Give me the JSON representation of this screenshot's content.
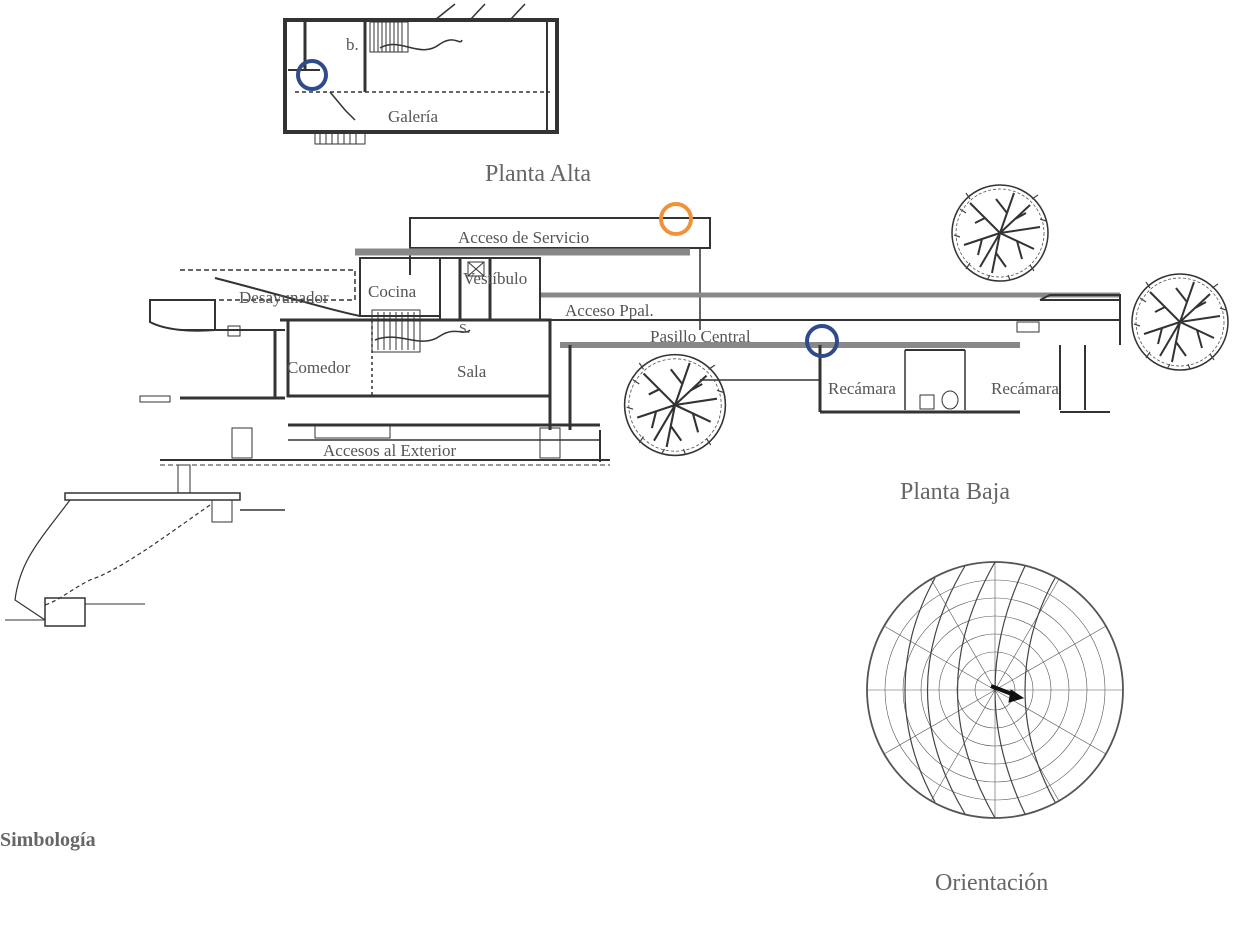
{
  "floors": {
    "upper": {
      "title": "Planta Alta",
      "rooms": {
        "galeria": "Galería",
        "bano": "b."
      }
    },
    "ground": {
      "title": "Planta Baja",
      "rooms": {
        "acceso_servicio": "Acceso de Servicio",
        "vestibulo": "Vestíbulo",
        "desayunador": "Desayunador",
        "cocina": "Cocina",
        "acceso_ppal": "Acceso Ppal.",
        "pasillo_central": "Pasillo Central",
        "comedor": "Comedor",
        "sala": "Sala",
        "recamara_1": "Recámara",
        "recamara_2": "Recámara",
        "accesos_exterior": "Accesos al Exterior",
        "s_label": "S."
      }
    }
  },
  "legend": {
    "title": "Simbología"
  },
  "orientation": {
    "title": "Orientación"
  },
  "markers": [
    {
      "id": "upper-blue",
      "color": "#2f4b8a"
    },
    {
      "id": "service-orange",
      "color": "#f0923a"
    },
    {
      "id": "corridor-blue",
      "color": "#2f4b8a"
    }
  ]
}
